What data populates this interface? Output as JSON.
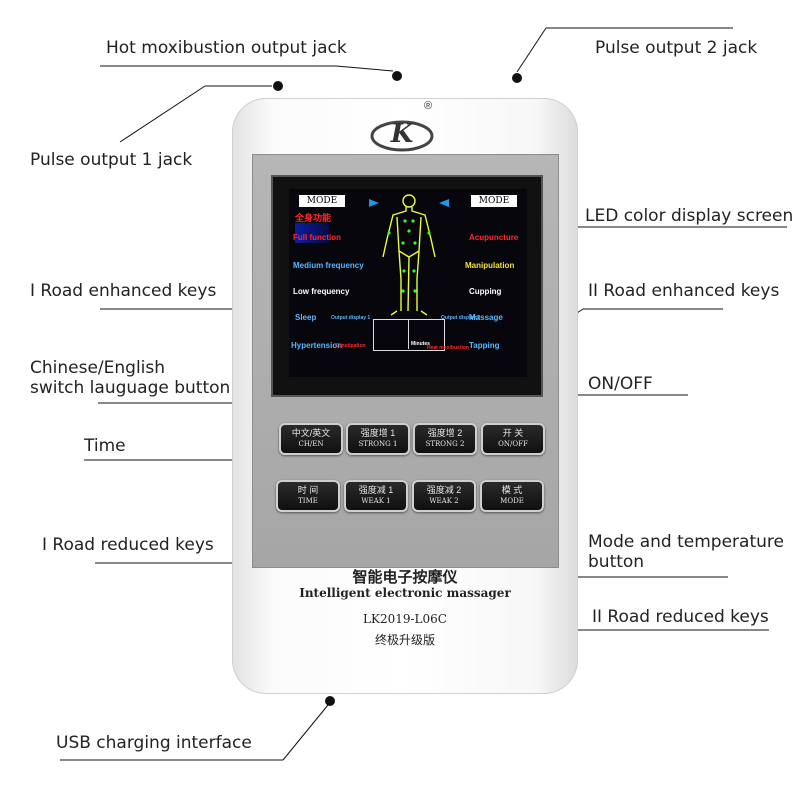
{
  "labels": {
    "hot_jack": "Hot moxibustion output jack",
    "pulse2": "Pulse output 2 jack",
    "pulse1": "Pulse output 1 jack",
    "led": "LED color display screen",
    "road1_enh": "I Road enhanced keys",
    "road2_enh": "II Road enhanced keys",
    "ch_en": "Chinese/English\nswitch lauguage button",
    "onoff": "ON/OFF",
    "time": "Time",
    "road1_red": "I Road reduced keys",
    "mode_temp": "Mode and temperature\nbutton",
    "road2_red": "II Road reduced keys",
    "usb": "USB  charging interface"
  },
  "device": {
    "logo_mark": "K",
    "registered": "®",
    "name_zh": "智能电子按摩仪",
    "name_en": "Intelligent electronic massager",
    "model": "LK2019-L06C",
    "edition_zh": "终极升级版"
  },
  "screen": {
    "mode_left": "MODE",
    "mode_right": "MODE",
    "left_menu": [
      "Full function",
      "Medium frequency",
      "Low frequency",
      "Sleep",
      "Hypertension"
    ],
    "right_menu": [
      "Acupuncture",
      "Manipulation",
      "Cupping",
      "Massage",
      "Tapping"
    ],
    "output1": "Output display 1",
    "output2": "Output display 2",
    "minutes": "Minutes",
    "bottom_left": "Constipation",
    "bottom_right": "Heat moxibustion",
    "header_left": "全身功能"
  },
  "buttons": [
    {
      "zh": "中文/英文",
      "en": "CH/EN"
    },
    {
      "zh": "强度增 1",
      "en": "STRONG 1"
    },
    {
      "zh": "强度增 2",
      "en": "STRONG 2"
    },
    {
      "zh": "开 关",
      "en": "ON/OFF"
    },
    {
      "zh": "时 间",
      "en": "TIME"
    },
    {
      "zh": "强度减 1",
      "en": "WEAK 1"
    },
    {
      "zh": "强度减 2",
      "en": "WEAK 2"
    },
    {
      "zh": "模 式",
      "en": "MODE"
    }
  ],
  "colors": {
    "menu_red": "#ff2a2a",
    "menu_blue": "#5ab6ff",
    "menu_yellow": "#f4e23a",
    "menu_white": "#ffffff",
    "body_figure": "#e8ff3a",
    "acupoint": "#2bff2b"
  }
}
